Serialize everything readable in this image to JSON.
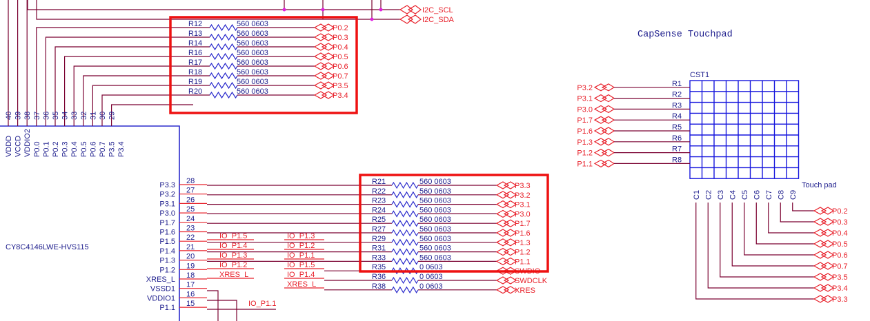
{
  "i2c": {
    "scl": "I2C_SCL",
    "sda": "I2C_SDA"
  },
  "chip": {
    "name": "CY8C4146LWE-HVS115",
    "top_pins": [
      {
        "num": "40",
        "label": "VDDD"
      },
      {
        "num": "39",
        "label": "VCCD"
      },
      {
        "num": "38",
        "label": "VDDIO2"
      },
      {
        "num": "37",
        "label": "P0.0"
      },
      {
        "num": "36",
        "label": "P0.1"
      },
      {
        "num": "35",
        "label": "P0.2"
      },
      {
        "num": "34",
        "label": "P0.3"
      },
      {
        "num": "33",
        "label": "P0.4"
      },
      {
        "num": "32",
        "label": "P0.5"
      },
      {
        "num": "31",
        "label": "P0.6"
      },
      {
        "num": "30",
        "label": "P0.7"
      },
      {
        "num": "29",
        "label": "P3.5"
      },
      {
        "num": "",
        "label": "P3.4"
      }
    ],
    "right_pins": [
      {
        "num": "28",
        "label": "P3.3"
      },
      {
        "num": "27",
        "label": "P3.2"
      },
      {
        "num": "26",
        "label": "P3.1"
      },
      {
        "num": "25",
        "label": "P3.0"
      },
      {
        "num": "24",
        "label": "P1.7"
      },
      {
        "num": "23",
        "label": "P1.6"
      },
      {
        "num": "22",
        "label": "P1.5"
      },
      {
        "num": "21",
        "label": "P1.4"
      },
      {
        "num": "20",
        "label": "P1.3"
      },
      {
        "num": "19",
        "label": "P1.2"
      },
      {
        "num": "18",
        "label": "XRES_L"
      },
      {
        "num": "17",
        "label": "VSSD1"
      },
      {
        "num": "16",
        "label": "VDDIO1"
      },
      {
        "num": "15",
        "label": "P1.1"
      }
    ]
  },
  "top_resistors": [
    {
      "ref": "R12",
      "value": "560",
      "pkg": "0603",
      "net": "P0.2"
    },
    {
      "ref": "R13",
      "value": "560",
      "pkg": "0603",
      "net": "P0.3"
    },
    {
      "ref": "R14",
      "value": "560",
      "pkg": "0603",
      "net": "P0.4"
    },
    {
      "ref": "R16",
      "value": "560",
      "pkg": "0603",
      "net": "P0.5"
    },
    {
      "ref": "R17",
      "value": "560",
      "pkg": "0603",
      "net": "P0.6"
    },
    {
      "ref": "R18",
      "value": "560",
      "pkg": "0603",
      "net": "P0.7"
    },
    {
      "ref": "R19",
      "value": "560",
      "pkg": "0603",
      "net": "P3.5"
    },
    {
      "ref": "R20",
      "value": "560",
      "pkg": "0603",
      "net": "P3.4"
    }
  ],
  "mux_labels": {
    "left": [
      "IO_P1.5",
      "IO_P1.4",
      "IO_P1.3",
      "IO_P1.2",
      "XRES_L"
    ],
    "right": [
      "IO_P1.3",
      "IO_P1.2",
      "IO_P1.1",
      "IO_P1.5",
      "IO_P1.4",
      "XRES_L"
    ],
    "bottom": "IO_P1.1"
  },
  "bottom_resistors": [
    {
      "ref": "R21",
      "value": "560",
      "pkg": "0603",
      "net": "P3.3"
    },
    {
      "ref": "R22",
      "value": "560",
      "pkg": "0603",
      "net": "P3.2"
    },
    {
      "ref": "R23",
      "value": "560",
      "pkg": "0603",
      "net": "P3.1"
    },
    {
      "ref": "R24",
      "value": "560",
      "pkg": "0603",
      "net": "P3.0"
    },
    {
      "ref": "R25",
      "value": "560",
      "pkg": "0603",
      "net": "P1.7"
    },
    {
      "ref": "R27",
      "value": "560",
      "pkg": "0603",
      "net": "P1.6"
    },
    {
      "ref": "R29",
      "value": "560",
      "pkg": "0603",
      "net": "P1.3"
    },
    {
      "ref": "R31",
      "value": "560",
      "pkg": "0603",
      "net": "P1.2"
    },
    {
      "ref": "R33",
      "value": "560",
      "pkg": "0603",
      "net": "P1.1"
    },
    {
      "ref": "R35",
      "value": "0",
      "pkg": "0603",
      "net": "SWDIO"
    },
    {
      "ref": "R36",
      "value": "0",
      "pkg": "0603",
      "net": "SWDCLK"
    },
    {
      "ref": "R38",
      "value": "0",
      "pkg": "0603",
      "net": "XRES"
    }
  ],
  "touchpad": {
    "title": "CapSense Touchpad",
    "ref": "CST1",
    "caption": "Touch pad",
    "rows": [
      {
        "net": "P3.2",
        "label": "R1"
      },
      {
        "net": "P3.1",
        "label": "R2"
      },
      {
        "net": "P3.0",
        "label": "R3"
      },
      {
        "net": "P1.7",
        "label": "R4"
      },
      {
        "net": "P1.6",
        "label": "R5"
      },
      {
        "net": "P1.3",
        "label": "R6"
      },
      {
        "net": "P1.2",
        "label": "R7"
      },
      {
        "net": "P1.1",
        "label": "R8"
      }
    ],
    "cols": [
      "C1",
      "C2",
      "C3",
      "C4",
      "C5",
      "C6",
      "C7",
      "C8",
      "C9"
    ],
    "col_nets": [
      "P3.3",
      "P3.4",
      "P3.5",
      "P0.7",
      "P0.6",
      "P0.5",
      "P0.4",
      "P0.3",
      "P0.2"
    ]
  },
  "colors": {
    "net_label": "#e8202a",
    "component_text": "#1c1c8c",
    "wire": "#7a0030",
    "highlight_box": "#ee1111"
  }
}
